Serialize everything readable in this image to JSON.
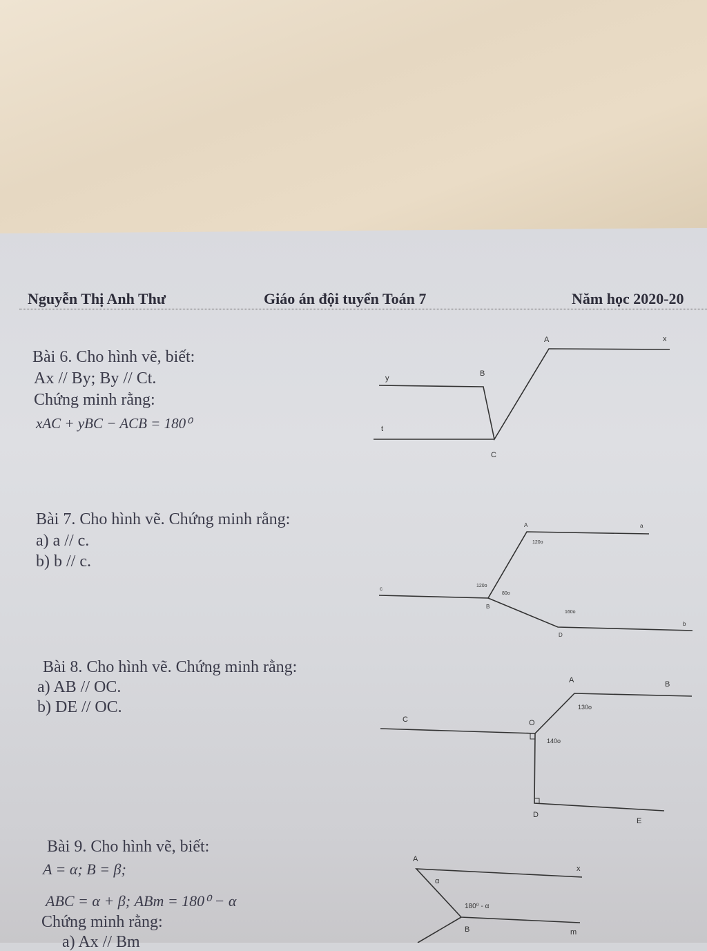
{
  "header": {
    "author": "Nguyễn Thị Anh Thư",
    "title": "Giáo án đội tuyển Toán 7",
    "year": "Năm học 2020-20"
  },
  "bai6": {
    "title": "Bài 6. Cho hình vẽ, biết:",
    "given": "Ax // By; By // Ct.",
    "prove": "Chứng minh rằng:",
    "formula": "xAC + yBC − ACB = 180⁰",
    "labels": {
      "y": "y",
      "B": "B",
      "t": "t",
      "C": "C",
      "A": "A",
      "x": "x"
    }
  },
  "bai7": {
    "title": "Bài 7. Cho hình vẽ. Chứng minh rằng:",
    "a": "a) a // c.",
    "b": "b) b // c.",
    "labels": {
      "A": "A",
      "a": "a",
      "c": "c",
      "B": "B",
      "D": "D",
      "b": "b",
      "angA": "120o",
      "angB1": "120o",
      "angB2": "80o",
      "angD": "160o"
    }
  },
  "bai8": {
    "title": "Bài 8. Cho hình vẽ. Chứng minh rằng:",
    "a": "a) AB // OC.",
    "b": "b) DE // OC.",
    "labels": {
      "A": "A",
      "B": "B",
      "C": "C",
      "O": "O",
      "D": "D",
      "E": "E",
      "angA": "130o",
      "angO": "140o"
    }
  },
  "bai9": {
    "title": "Bài 9. Cho hình vẽ, biết:",
    "given1": "A = α;  B = β;",
    "given2": "ABC = α + β;  ABm = 180⁰ − α",
    "prove": "Chứng minh rằng:",
    "a": "a) Ax // Bm",
    "labels": {
      "A": "A",
      "x": "x",
      "alpha": "α",
      "B": "B",
      "m": "m",
      "angB": "180⁰ - α"
    }
  }
}
